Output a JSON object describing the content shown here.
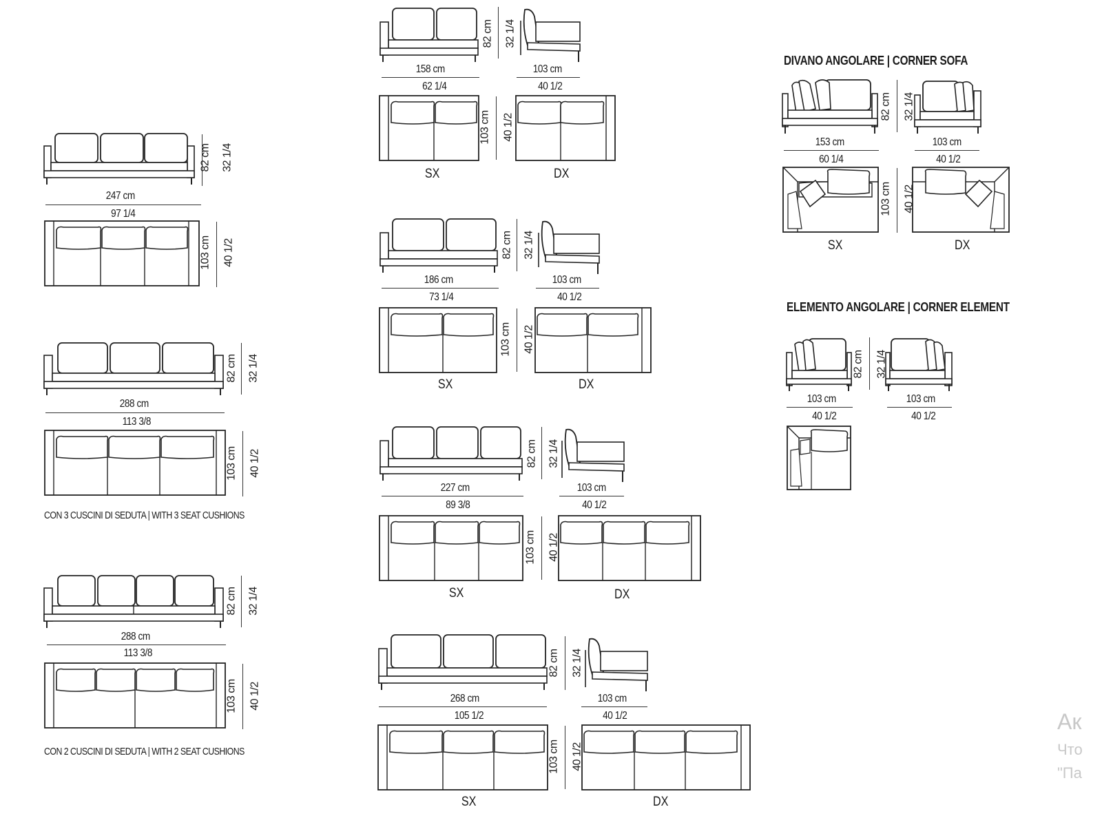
{
  "sections": {
    "corner_sofa_title": "DIVANO ANGOLARE  |  CORNER SOFA",
    "corner_element_title": "ELEMENTO ANGOLARE  |  CORNER ELEMENT"
  },
  "notes": {
    "three_cushions": "CON 3 CUSCINI DI SEDUTA  |  WITH 3 SEAT CUSHIONS",
    "two_cushions": "CON 2 CUSCINI DI SEDUTA  |  WITH 2 SEAT CUSHIONS"
  },
  "dims": {
    "h_cm": "82 cm",
    "h_in": "32 1/4",
    "d_cm": "103 cm",
    "d_in": "40 1/2",
    "w247": "247 cm",
    "w247_in": "97 1/4",
    "w288": "288 cm",
    "w288_in": "113 3/8",
    "w158": "158 cm",
    "w158_in": "62 1/4",
    "w186": "186 cm",
    "w186_in": "73 1/4",
    "w227": "227 cm",
    "w227_in": "89 3/8",
    "w268": "268 cm",
    "w268_in": "105 1/2",
    "w153": "153 cm",
    "w153_in": "60 1/4",
    "w103": "103 cm",
    "w103_in": "40 1/2"
  },
  "labels": {
    "sx": "SX",
    "dx": "DX"
  },
  "watermark": {
    "line1": "Ак",
    "line2": "Что",
    "line3": "\"Па"
  }
}
